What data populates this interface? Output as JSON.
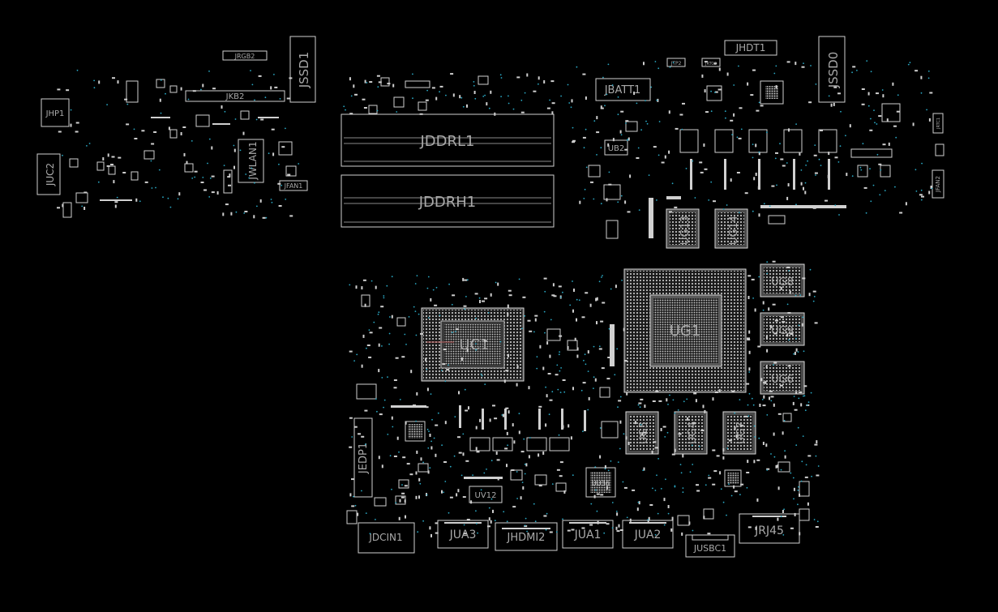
{
  "board": {
    "background": "#000000",
    "outline_color": "#cfcfcf",
    "via_color": "#2aa8c4"
  },
  "components": {
    "jrgb2": "JRGB2",
    "jkb2": "JKB2",
    "jssd1": "JSSD1",
    "jhp1": "JHP1",
    "juc2": "JUC2",
    "jwlan1": "JWLAN1",
    "jfan1": "JFAN1",
    "jddrl1": "JDDRL1",
    "jddrh1": "JDDRH1",
    "jbatt1": "JBATT1",
    "ub2": "UB2",
    "jhdt1": "JHDT1",
    "jtp2": "JTP2",
    "jrtc2": "JRTC2",
    "jssd0": "JSSD0",
    "jrtc1": "JRTC1",
    "jfan2": "JFAN2",
    "ug13": "UG13",
    "ug14": "UG14",
    "ug8": "UG8",
    "ug9": "UG9",
    "ug6": "UG6",
    "ug1": "UG1",
    "uc1": "UC1",
    "ug5": "UG5",
    "ug4": "UG4",
    "ug7": "UG7",
    "jedp1": "JEDP1",
    "uv12": "UV12",
    "uu36": "UU36",
    "jdcin1": "JDCIN1",
    "jua3": "JUA3",
    "jhdmi2": "JHDMI2",
    "jua1": "JUA1",
    "jua2": "JUA2",
    "jusbc1": "JUSBC1",
    "jrj45": "JRJ45"
  }
}
